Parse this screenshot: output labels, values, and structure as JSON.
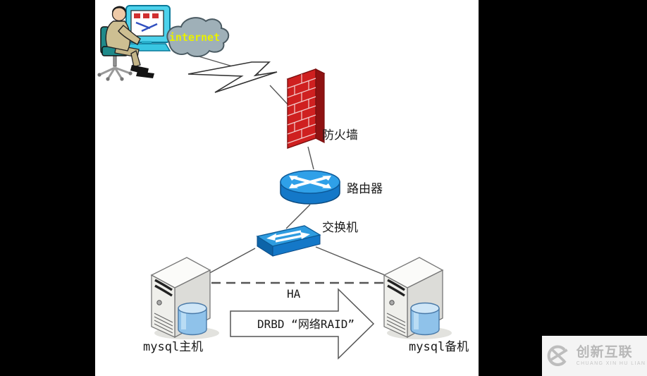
{
  "diagram": {
    "labels": {
      "internet": "internet",
      "firewall": "防火墙",
      "router": "路由器",
      "switch": "交换机",
      "mysql_master": "mysql主机",
      "mysql_backup": "mysql备机",
      "ha": "HA",
      "drbd": "DRBD “网络RAID”"
    },
    "icons": {
      "user_workstation": "user-at-computer-icon",
      "cloud": "internet-cloud-icon",
      "lightning": "lightning-bolt-icon",
      "firewall": "brick-wall-firewall-icon",
      "router": "cisco-router-icon",
      "switch": "network-switch-icon",
      "server_master": "server-tower-database-icon",
      "server_backup": "server-tower-database-icon",
      "replication_arrow": "right-arrow-outline-icon"
    },
    "colors": {
      "page_background": "#000000",
      "canvas_background": "#ffffff",
      "cloud_fill": "#9fb0b8",
      "internet_text": "#e8f000",
      "firewall_red": "#cf2020",
      "device_blue": "#2196d8",
      "db_cylinder_blue": "#8fc2ea",
      "chair_teal": "#1f8a8a",
      "line_gray": "#555555",
      "watermark_gray": "#bdbdbd"
    }
  },
  "watermark": {
    "cn_name": "创新互联",
    "en_name": "CHUANG XIN HU LIAN"
  }
}
